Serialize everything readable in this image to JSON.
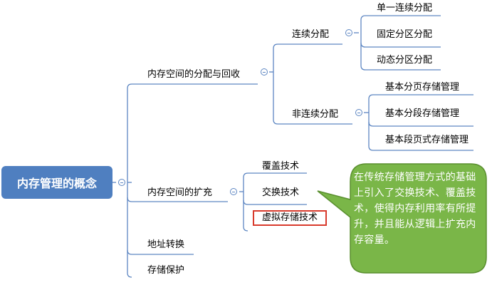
{
  "root": {
    "label": "内存管理的概念"
  },
  "branches": {
    "alloc": {
      "label": "内存空间的分配与回收"
    },
    "contiguous": {
      "label": "连续分配"
    },
    "contiguous_items": [
      "单一连续分配",
      "固定分区分配",
      "动态分区分配"
    ],
    "noncontiguous": {
      "label": "非连续分配"
    },
    "noncontiguous_items": [
      "基本分页存储管理",
      "基本分段存储管理",
      "基本段页式存储管理"
    ],
    "expand": {
      "label": "内存空间的扩充"
    },
    "expand_items": [
      "覆盖技术",
      "交换技术",
      "虚拟存储技术"
    ],
    "address": {
      "label": "地址转换"
    },
    "protect": {
      "label": "存储保护"
    }
  },
  "callout": {
    "text": "在传统存储管理方式的基础上引入了交换技术、覆盖技术，使得内存利用率有所提升，并且能从逻辑上扩充内存容量。"
  },
  "colors": {
    "root_fill": "#4f7fc0",
    "line": "#5d86c2",
    "callout_fill": "#7ab648",
    "callout_border": "#5a8f2f",
    "highlight_border": "#d83a2c"
  }
}
